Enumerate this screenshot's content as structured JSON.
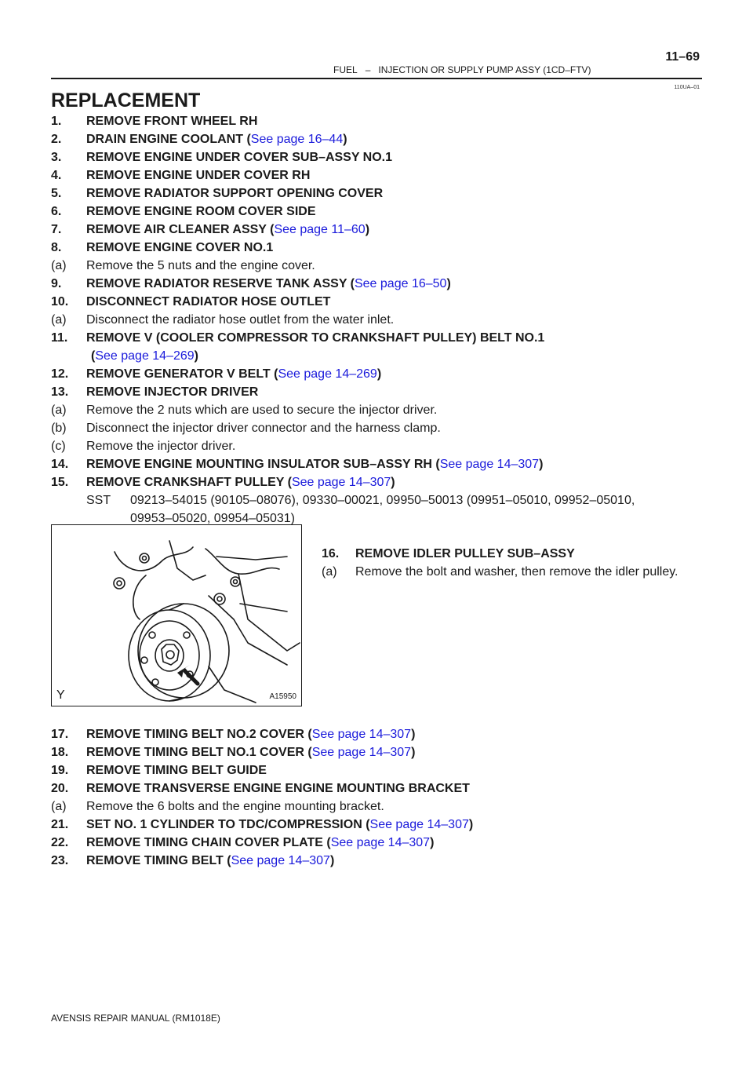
{
  "header": {
    "section": "FUEL",
    "separator": "–",
    "subtitle": "INJECTION OR SUPPLY PUMP ASSY (1CD–FTV)",
    "page": "11–69",
    "code": "110UA–01"
  },
  "title": "REPLACEMENT",
  "steps": [
    {
      "num": "1.",
      "text": "REMOVE FRONT WHEEL RH"
    },
    {
      "num": "2.",
      "text": "DRAIN ENGINE COOLANT (",
      "link": "See page 16–44",
      "after": ")"
    },
    {
      "num": "3.",
      "text": "REMOVE ENGINE UNDER COVER SUB–ASSY NO.1"
    },
    {
      "num": "4.",
      "text": "REMOVE ENGINE UNDER COVER RH"
    },
    {
      "num": "5.",
      "text": "REMOVE RADIATOR SUPPORT OPENING COVER"
    },
    {
      "num": "6.",
      "text": "REMOVE ENGINE ROOM COVER SIDE"
    },
    {
      "num": "7.",
      "text": "REMOVE AIR CLEANER ASSY (",
      "link": "See page 11–60",
      "after": ")"
    },
    {
      "num": "8.",
      "text": "REMOVE ENGINE COVER NO.1"
    },
    {
      "sub": "(a)",
      "text": "Remove the 5 nuts and the engine cover."
    },
    {
      "num": "9.",
      "text": "REMOVE RADIATOR RESERVE TANK ASSY (",
      "link": "See page 16–50",
      "after": ")"
    },
    {
      "num": "10.",
      "text": "DISCONNECT RADIATOR HOSE OUTLET"
    },
    {
      "sub": "(a)",
      "text": "Disconnect the radiator hose outlet from the water inlet."
    },
    {
      "num": "11.",
      "text": "REMOVE V (COOLER COMPRESSOR TO CRANKSHAFT PULLEY) BELT NO.1"
    },
    {
      "cont": "(",
      "link": "See page 14–269",
      "after": ")"
    },
    {
      "num": "12.",
      "text": "REMOVE GENERATOR V BELT (",
      "link": "See page 14–269",
      "after": ")"
    },
    {
      "num": "13.",
      "text": "REMOVE INJECTOR DRIVER"
    },
    {
      "sub": "(a)",
      "text": "Remove the 2 nuts which are used to secure the injector driver."
    },
    {
      "sub": "(b)",
      "text": "Disconnect the injector driver connector and the harness clamp."
    },
    {
      "sub": "(c)",
      "text": "Remove the injector driver."
    },
    {
      "num": "14.",
      "text": "REMOVE ENGINE MOUNTING INSULATOR SUB–ASSY RH (",
      "link": "See page 14–307",
      "after": ")"
    },
    {
      "num": "15.",
      "text": "REMOVE CRANKSHAFT PULLEY (",
      "link": "See page 14–307",
      "after": ")"
    }
  ],
  "sst": {
    "label": "SST",
    "line1": "09213–54015 (90105–08076), 09330–00021, 09950–50013 (09951–05010, 09952–05010,",
    "line2": "09953–05020, 09954–05031)"
  },
  "step16": {
    "num": "16.",
    "text": "REMOVE IDLER PULLEY SUB–ASSY",
    "sub": "(a)",
    "subtext": "Remove the bolt and washer, then remove the idler pulley."
  },
  "figure": {
    "corner_label": "Y",
    "code": "A15950"
  },
  "steps2": [
    {
      "num": "17.",
      "text": "REMOVE TIMING BELT NO.2 COVER (",
      "link": "See page 14–307",
      "after": ")"
    },
    {
      "num": "18.",
      "text": "REMOVE TIMING BELT NO.1 COVER (",
      "link": "See page 14–307",
      "after": ")"
    },
    {
      "num": "19.",
      "text": "REMOVE TIMING BELT GUIDE"
    },
    {
      "num": "20.",
      "text": "REMOVE TRANSVERSE ENGINE ENGINE MOUNTING BRACKET"
    },
    {
      "sub": "(a)",
      "text": "Remove the 6 bolts and the engine mounting bracket."
    },
    {
      "num": "21.",
      "text": "SET NO. 1 CYLINDER TO TDC/COMPRESSION (",
      "link": "See page 14–307",
      "after": ")"
    },
    {
      "num": "22.",
      "text": "REMOVE TIMING CHAIN COVER PLATE (",
      "link": "See page 14–307",
      "after": ")"
    },
    {
      "num": "23.",
      "text": "REMOVE TIMING BELT (",
      "link": "See page 14–307",
      "after": ")"
    }
  ],
  "footer": "AVENSIS REPAIR MANUAL   (RM1018E)"
}
